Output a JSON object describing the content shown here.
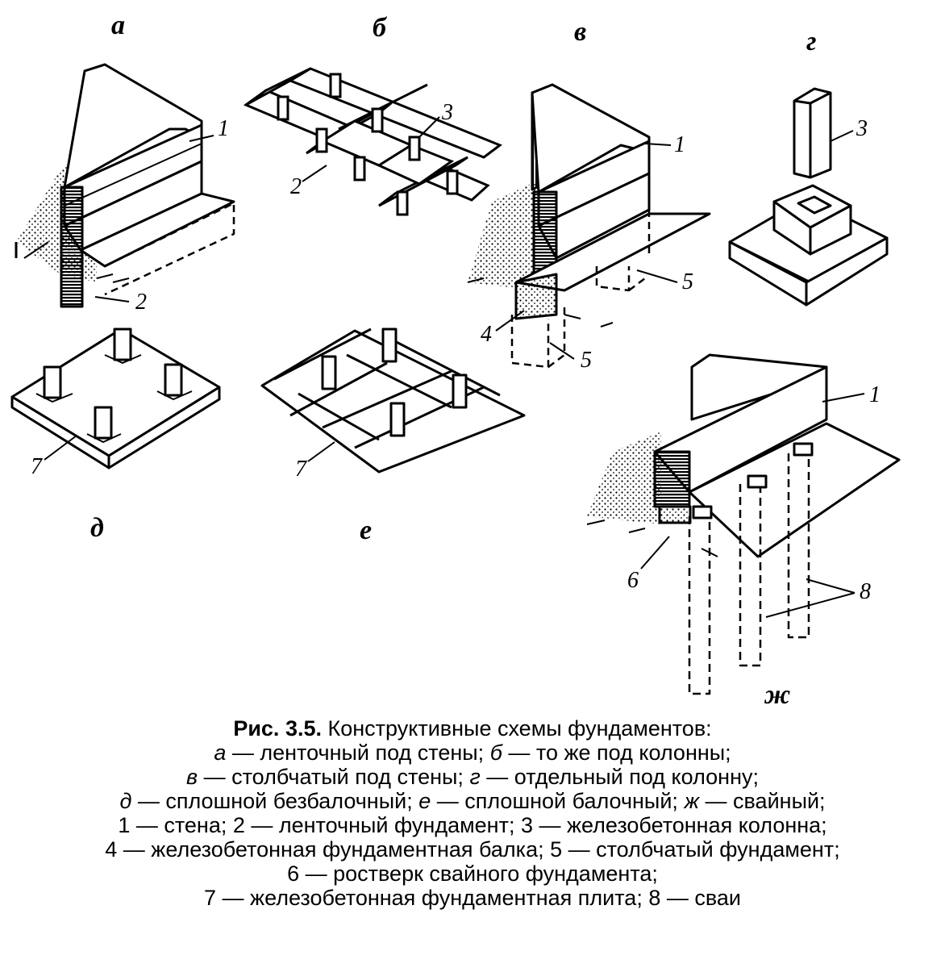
{
  "panels": {
    "a": {
      "label": "а",
      "callouts": [
        "1",
        "2"
      ]
    },
    "b": {
      "label": "б",
      "callouts": [
        "3",
        "2"
      ]
    },
    "v": {
      "label": "в",
      "callouts": [
        "1",
        "5",
        "4",
        "5"
      ]
    },
    "g": {
      "label": "г",
      "callouts": [
        "3"
      ]
    },
    "d": {
      "label": "д",
      "callouts": [
        "7"
      ]
    },
    "e": {
      "label": "е",
      "callouts": [
        "7"
      ]
    },
    "zh": {
      "label": "ж",
      "callouts": [
        "1",
        "6",
        "8"
      ]
    }
  },
  "caption": {
    "title": "Рис. 3.5.",
    "heading": "Конструктивные схемы фундаментов:",
    "line_a_key": "а",
    "line_a_text": " — ленточный под стены; ",
    "line_a_key2": "б",
    "line_a_text2": " — то же под колонны;",
    "line_b_key": "в",
    "line_b_text": " — столбчатый под стены; ",
    "line_b_key2": "г",
    "line_b_text2": " — отдельный под колонну;",
    "line_c_key": "д",
    "line_c_text": " — сплошной безбалочный; ",
    "line_c_key2": "е",
    "line_c_text2": " — сплошной балочный; ",
    "line_c_key3": "ж",
    "line_c_text3": " — свайный;",
    "line_d": "1 — стена; 2 — ленточный фундамент; 3 — железобетонная колонна;",
    "line_e": "4 — железобетонная фундаментная балка; 5 — столбчатый фундамент;",
    "line_f": "6 — ростверк свайного фундамента;",
    "line_g": "7 — железобетонная фундаментная плита; 8 — сваи"
  }
}
